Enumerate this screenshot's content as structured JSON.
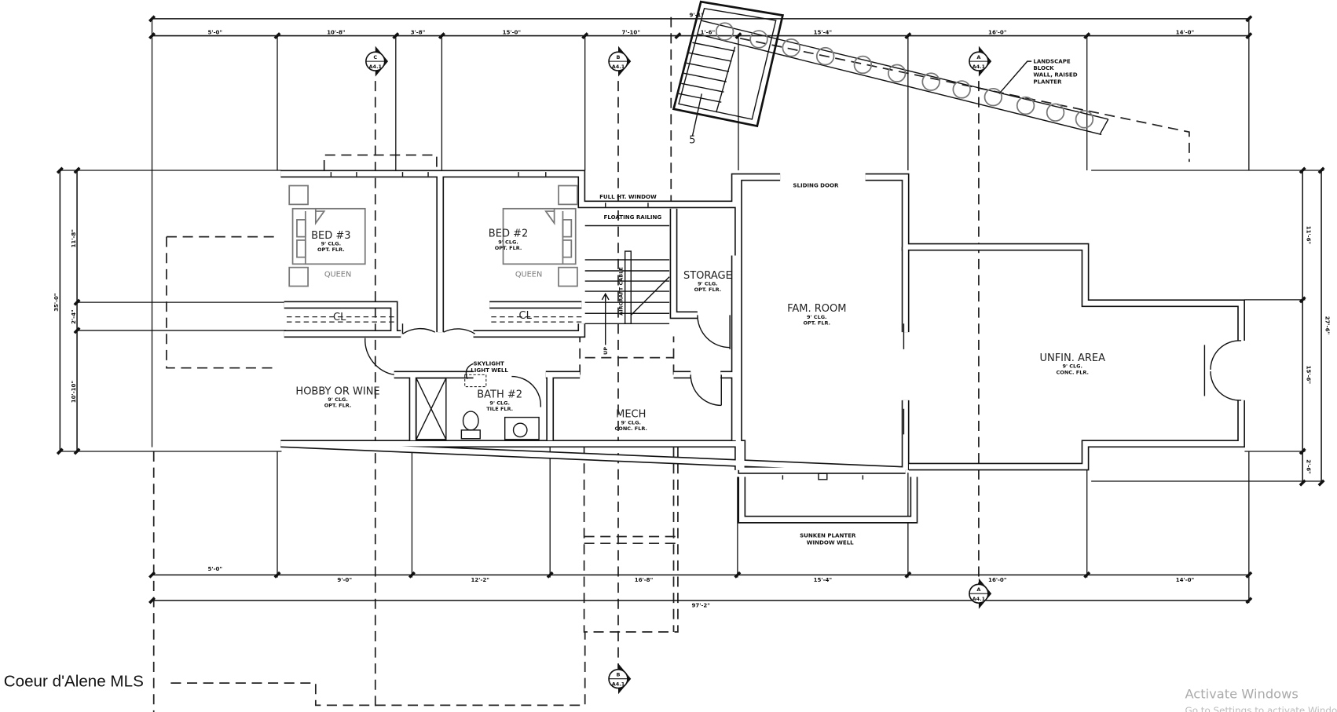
{
  "dimensions": {
    "top": [
      "5'-0\"",
      "10'-8\"",
      "3'-8\"",
      "15'-0\"",
      "7'-10\"",
      "1'-6\"",
      "15'-4\"",
      "16'-0\"",
      "14'-0\""
    ],
    "top_overall_partial": "9'-1\"",
    "bottom": [
      "5'-0\"",
      "9'-0\"",
      "12'-2\"",
      "16'-8\"",
      "15'-4\"",
      "16'-0\"",
      "14'-0\""
    ],
    "bottom_overall": "97'-2\"",
    "left": [
      "11'-8\"",
      "2'-4\"",
      "10'-10\""
    ],
    "left_overall": "35'-0\"",
    "right": [
      "11'-6\"",
      "15'-6\"",
      "2'-6\""
    ],
    "right_overall": "27'-6\""
  },
  "rooms": {
    "bed3": {
      "name": "BED #3",
      "ceiling": "9' CLG.",
      "floor": "OPT. FLR.",
      "bed": "QUEEN",
      "closet": "CL"
    },
    "bed2": {
      "name": "BED #2",
      "ceiling": "9' CLG.",
      "floor": "OPT. FLR.",
      "bed": "QUEEN",
      "closet": "CL"
    },
    "storage": {
      "name": "STORAGE",
      "ceiling": "9' CLG.",
      "floor": "OPT. FLR."
    },
    "fam_room": {
      "name": "FAM. ROOM",
      "ceiling": "9' CLG.",
      "floor": "OPT. FLR."
    },
    "unfin_area": {
      "name": "UNFIN. AREA",
      "ceiling": "9' CLG.",
      "floor": "CONC. FLR."
    },
    "hobby": {
      "name": "HOBBY OR WINE",
      "ceiling": "9' CLG.",
      "floor": "OPT. FLR."
    },
    "bath2": {
      "name": "BATH #2",
      "ceiling": "9' CLG.",
      "floor": "TILE FLR."
    },
    "mech": {
      "name": "MECH",
      "ceiling": "9' CLG.",
      "floor": "CONC. FLR."
    }
  },
  "notes": {
    "full_ht_window": "FULL HT. WINDOW",
    "floating_railing": "FLOATING RAILING",
    "sliding_door": "SLIDING DOOR",
    "skylight_1": "SKYLIGHT",
    "skylight_2": "LIGHT WELL",
    "planter_1": "SUNKEN PLANTER",
    "planter_2": "WINDOW WELL",
    "landscape_1": "LANDSCAPE",
    "landscape_2": "BLOCK",
    "landscape_3": "WALL, RAISED",
    "landscape_4": "PLANTER",
    "aircraft_cable": "AIRCRAFT CABLE",
    "up": "UP",
    "stair_count": "5"
  },
  "section_markers": [
    {
      "letter": "C",
      "sheet": "A4.1"
    },
    {
      "letter": "B",
      "sheet": "A4.1"
    },
    {
      "letter": "A",
      "sheet": "A4.1"
    },
    {
      "letter": "A",
      "sheet": "A4.1"
    },
    {
      "letter": "B",
      "sheet": "A4.1"
    }
  ],
  "watermark": "Coeur d'Alene MLS",
  "os_notice": {
    "title": "Activate Windows",
    "subtitle": "Go to Settings to activate Windows."
  }
}
